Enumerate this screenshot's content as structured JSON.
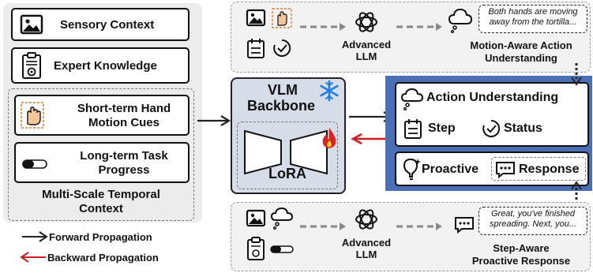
{
  "left_panel": {
    "sensory_context": "Sensory Context",
    "expert_knowledge": "Expert Knowledge",
    "short_term_line1": "Short-term Hand",
    "short_term_line2": "Motion Cues",
    "long_term_line1": "Long-term Task",
    "long_term_line2": "Progress",
    "multi_scale_line1": "Multi-Scale Temporal",
    "multi_scale_line2": "Context"
  },
  "legend": {
    "forward": "Forward Propagation",
    "backward": "Backward Propagation"
  },
  "top_panel": {
    "llm_line1": "Advanced",
    "llm_line2": "LLM",
    "quote_line1": "Both hands are moving",
    "quote_line2": "away from the tortilla...",
    "caption_line1": "Motion-Aware Action",
    "caption_line2": "Understanding"
  },
  "vlm": {
    "title_line1": "VLM",
    "title_line2": "Backbone",
    "lora": "LoRA"
  },
  "right_panel": {
    "action_understanding": "Action Understanding",
    "step": "Step",
    "status": "Status",
    "proactive": "Proactive",
    "response": "Response"
  },
  "bottom_panel": {
    "llm_line1": "Advanced",
    "llm_line2": "LLM",
    "quote_line1": "Great, you've finished",
    "quote_line2": "spreading. Next, you...",
    "caption_line1": "Step-Aware",
    "caption_line2": "Proactive Response"
  },
  "colors": {
    "forward_arrow": "#222222",
    "backward_arrow": "#cc1f1f",
    "right_panel_bg": "#4a6fb5",
    "vlm_bg": "#d6dde8",
    "snowflake": "#1e7fd8",
    "fire": "#e02020"
  }
}
